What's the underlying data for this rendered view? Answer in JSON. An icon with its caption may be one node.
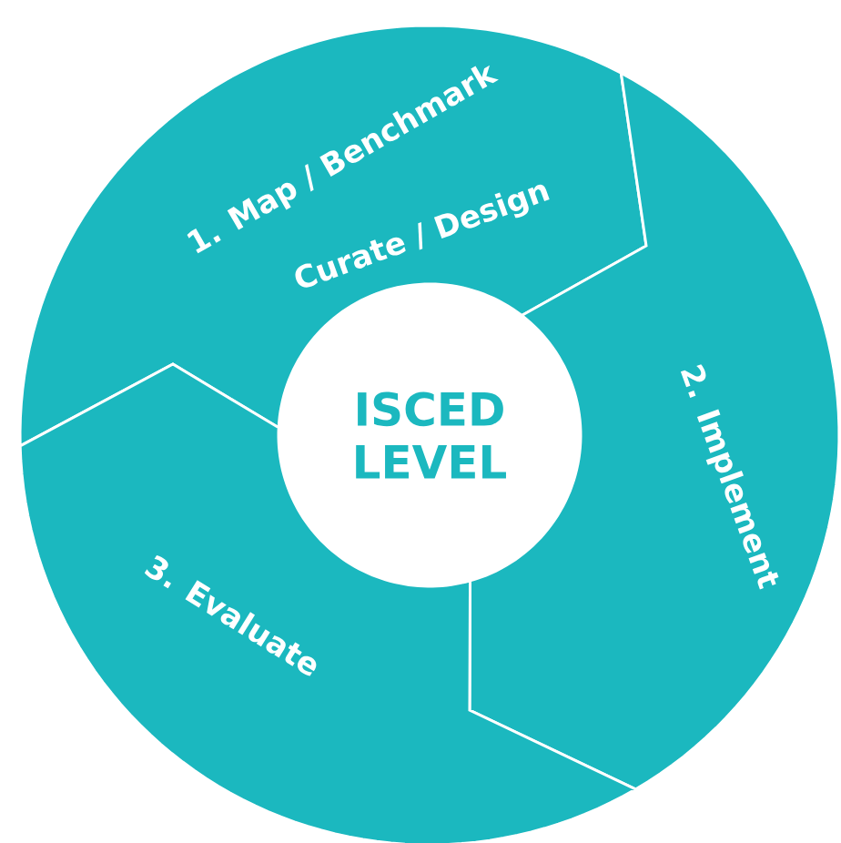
{
  "diagram": {
    "nodes": [
      {
        "text": [
          "ISCED LEVEL"
        ]
      },
      {
        "text": [
          "1. Map / Benchmark",
          "Curate / Design"
        ]
      },
      {
        "text": [
          "2. Implement"
        ]
      },
      {
        "text": [
          "3. Evaluate"
        ]
      }
    ]
  }
}
